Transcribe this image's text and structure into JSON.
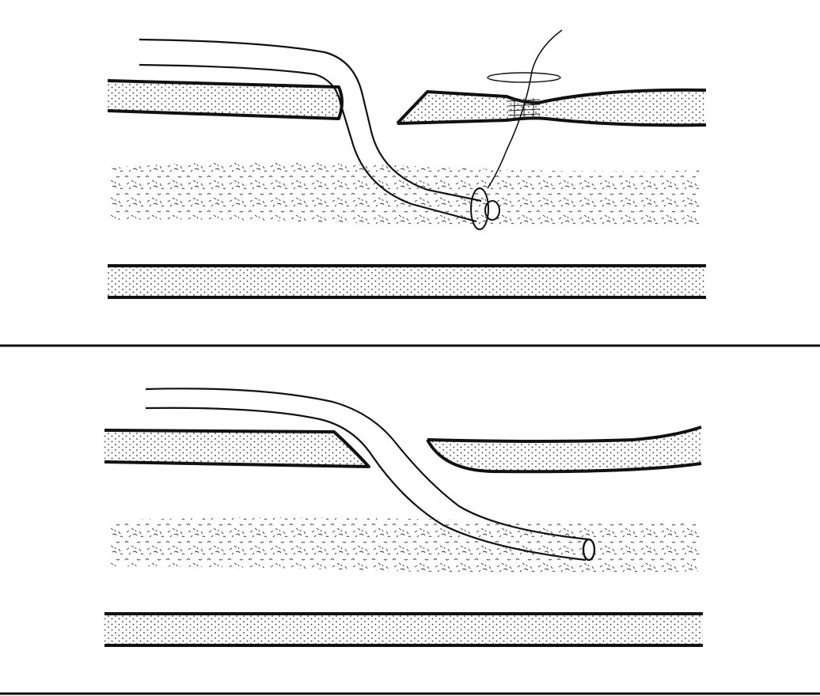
{
  "figure": {
    "panels": [
      {
        "id": "top",
        "elements": [
          "upper-wall-left",
          "upper-wall-right",
          "lumen-tissue",
          "lower-wall",
          "catheter",
          "suture-ligature",
          "suture-thread"
        ]
      },
      {
        "id": "bottom",
        "elements": [
          "upper-wall-left",
          "upper-wall-right",
          "lumen-tissue",
          "lower-wall",
          "catheter"
        ]
      }
    ],
    "colors": {
      "ink": "#111111",
      "paper": "#ffffff",
      "stipple": "#333333"
    }
  }
}
